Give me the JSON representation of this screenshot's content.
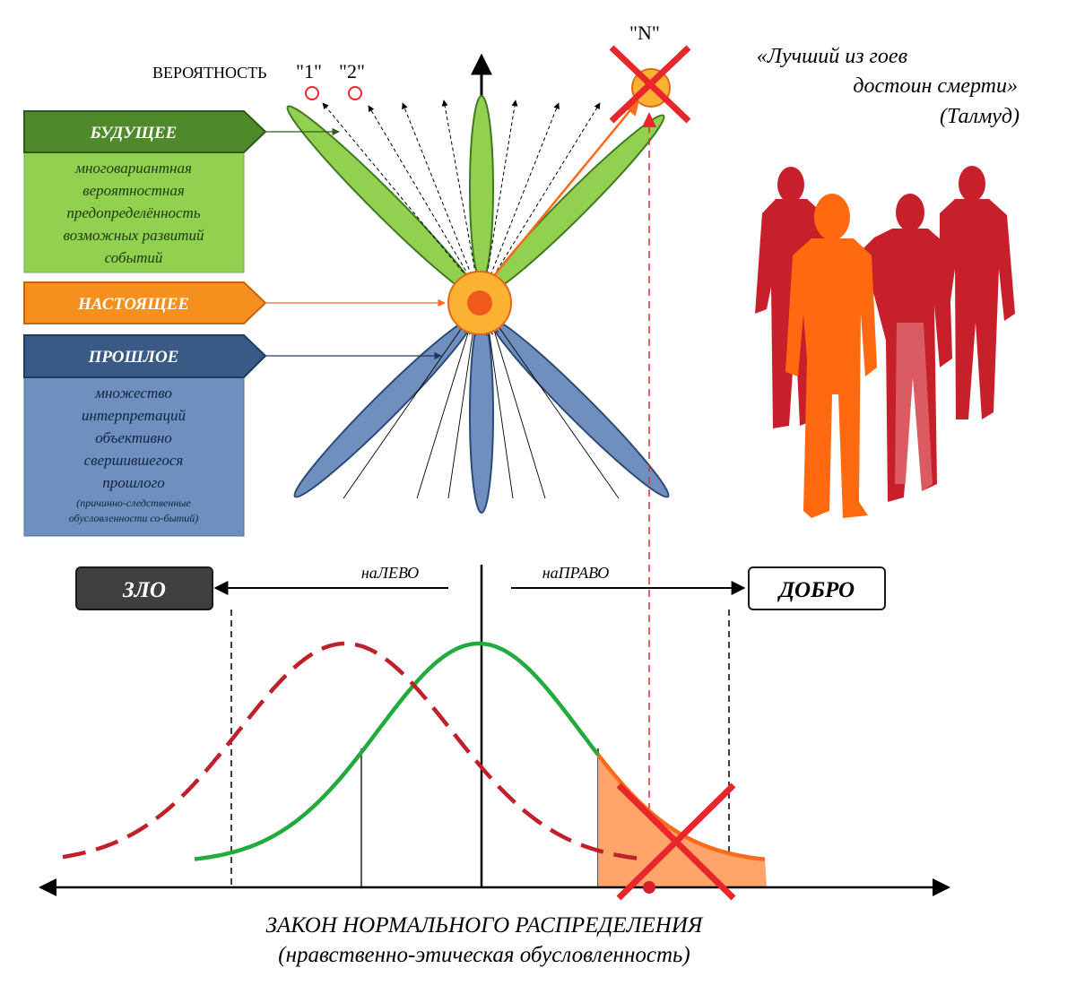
{
  "diagram": {
    "probability_label": "ВЕРОЯТНОСТЬ",
    "prob_1": "\"1\"",
    "prob_2": "\"2\"",
    "prob_n": "\"N\"",
    "future": {
      "title": "БУДУЩЕЕ",
      "text": [
        "многовариантная",
        "вероятностная",
        "предопределённость",
        "возможных развитий",
        "событий"
      ],
      "header_color": "#4e8a2a",
      "body_color": "#92d050"
    },
    "present": {
      "title": "НАСТОЯЩЕЕ",
      "color": "#f5901e"
    },
    "past": {
      "title": "ПРОШЛОЕ",
      "text": [
        "множество",
        "интерпретаций",
        "объективно",
        "свершившегося",
        "прошлого"
      ],
      "note": [
        "(причинно-следственные",
        "обусловленности со-бытий)"
      ],
      "header_color": "#3a5a86",
      "body_color": "#6f8fbe"
    },
    "quote": [
      "«Лучший из гоев",
      "достоин смерти»",
      "(Талмуд)"
    ],
    "evil_label": "ЗЛО",
    "good_label": "ДОБРО",
    "left_label": "наЛЕВО",
    "right_label": "наПРАВО",
    "footer_title": "ЗАКОН  НОРМАЛЬНОГО  РАСПРЕДЕЛЕНИЯ",
    "footer_subtitle": "(нравственно-этическая обусловленность)",
    "colors": {
      "green_curve": "#22aa3c",
      "red_dashed_curve": "#c0202a",
      "orange": "#ff6a1a",
      "red_cross": "#e8262c",
      "silhouette_red": "#c8202a",
      "silhouette_orange": "#ff6a10"
    }
  }
}
